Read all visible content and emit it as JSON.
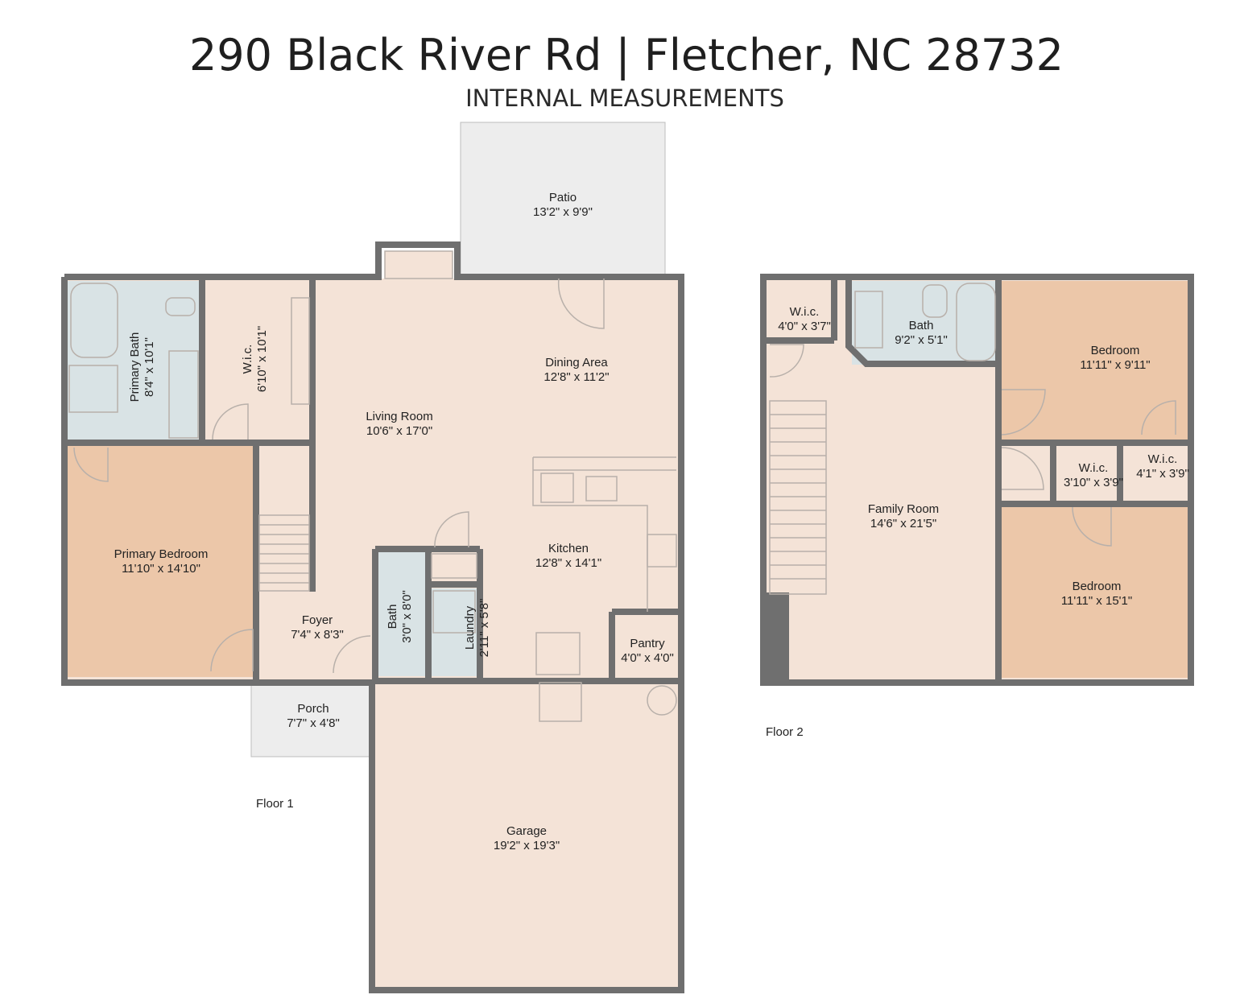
{
  "header": {
    "title": "290 Black River Rd | Fletcher, NC 28732",
    "subtitle": "INTERNAL MEASUREMENTS"
  },
  "colors": {
    "wall": "#6f6f6f",
    "living_fill": "#f4e3d7",
    "bedroom_fill": "#ecc7a9",
    "bath_fill": "#d9e3e5",
    "outdoor_fill": "#ededed",
    "fixture_stroke": "#b8b0aa"
  },
  "floors": [
    {
      "label": "Floor 1",
      "rooms": [
        {
          "id": "patio",
          "name": "Patio",
          "size": "13'2\" x 9'9\""
        },
        {
          "id": "primary-bath",
          "name": "Primary Bath",
          "size": "8'4\" x 10'1\""
        },
        {
          "id": "wic-1",
          "name": "W.i.c.",
          "size": "6'10\" x 10'1\""
        },
        {
          "id": "living-room",
          "name": "Living Room",
          "size": "10'6\" x 17'0\""
        },
        {
          "id": "dining-area",
          "name": "Dining Area",
          "size": "12'8\" x 11'2\""
        },
        {
          "id": "primary-bedroom",
          "name": "Primary Bedroom",
          "size": "11'10\" x 14'10\""
        },
        {
          "id": "kitchen",
          "name": "Kitchen",
          "size": "12'8\" x 14'1\""
        },
        {
          "id": "foyer",
          "name": "Foyer",
          "size": "7'4\" x 8'3\""
        },
        {
          "id": "bath-1",
          "name": "Bath",
          "size": "3'0\" x 8'0\""
        },
        {
          "id": "laundry",
          "name": "Laundry",
          "size": "2'11\" x 5'8\""
        },
        {
          "id": "pantry",
          "name": "Pantry",
          "size": "4'0\" x 4'0\""
        },
        {
          "id": "porch",
          "name": "Porch",
          "size": "7'7\" x 4'8\""
        },
        {
          "id": "garage",
          "name": "Garage",
          "size": "19'2\" x 19'3\""
        }
      ]
    },
    {
      "label": "Floor 2",
      "rooms": [
        {
          "id": "wic-2a",
          "name": "W.i.c.",
          "size": "4'0\" x 3'7\""
        },
        {
          "id": "bath-2",
          "name": "Bath",
          "size": "9'2\" x 5'1\""
        },
        {
          "id": "bedroom-2a",
          "name": "Bedroom",
          "size": "11'11\" x 9'11\""
        },
        {
          "id": "family-room",
          "name": "Family Room",
          "size": "14'6\" x 21'5\""
        },
        {
          "id": "wic-2b",
          "name": "W.i.c.",
          "size": "3'10\" x 3'9\""
        },
        {
          "id": "wic-2c",
          "name": "W.i.c.",
          "size": "4'1\" x 3'9\""
        },
        {
          "id": "bedroom-2b",
          "name": "Bedroom",
          "size": "11'11\" x 15'1\""
        }
      ]
    }
  ]
}
